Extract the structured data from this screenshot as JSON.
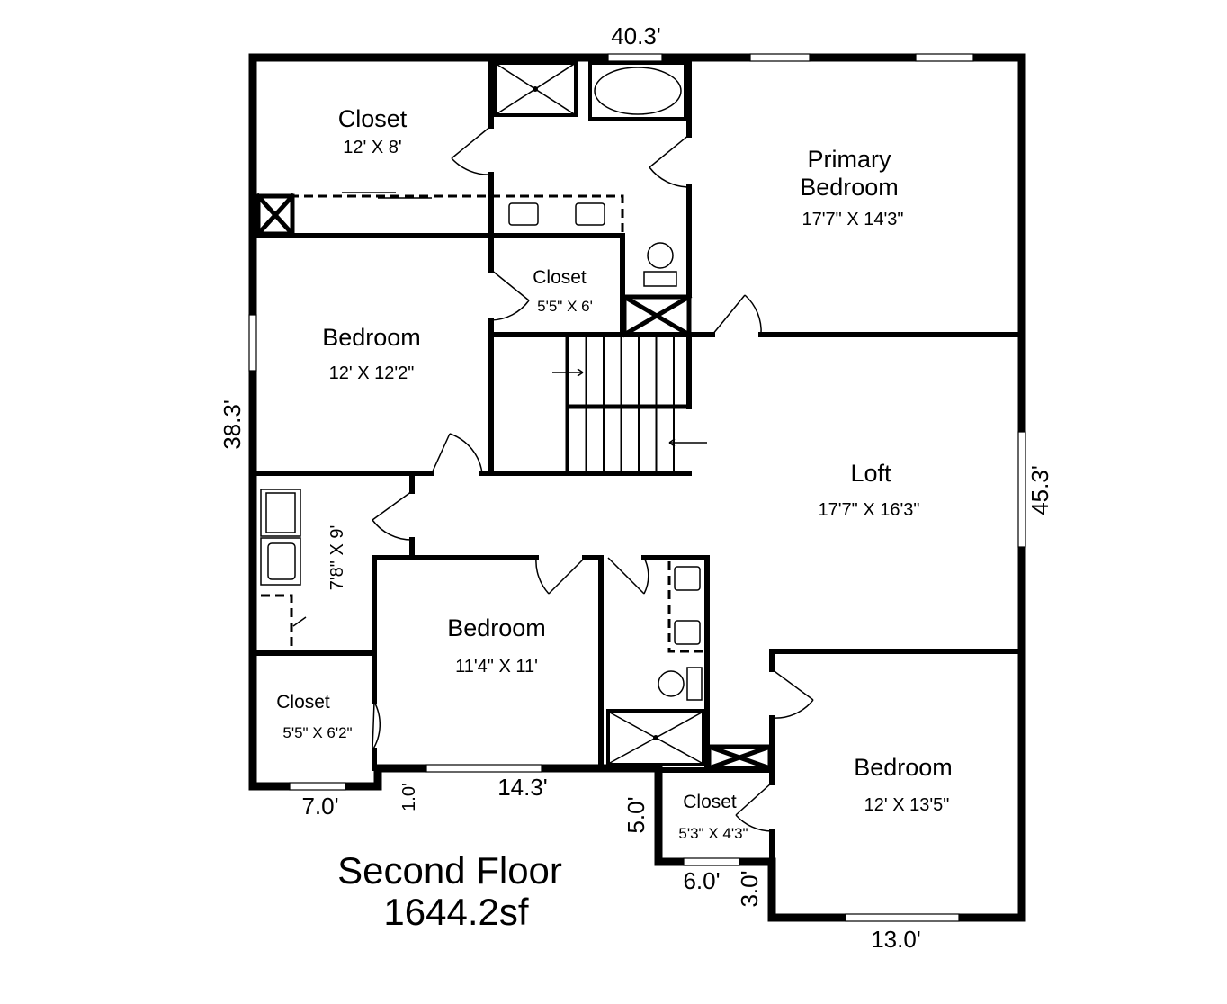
{
  "plan": {
    "title": "Second Floor",
    "area": "1644.2sf"
  },
  "rooms": {
    "closet_master": {
      "name": "Closet",
      "dims": "12' X 8'"
    },
    "primary_bedroom": {
      "name_line1": "Primary",
      "name_line2": "Bedroom",
      "dims": "17'7\" X 14'3\""
    },
    "closet_small": {
      "name": "Closet",
      "dims": "5'5\" X 6'"
    },
    "bedroom_nw": {
      "name": "Bedroom",
      "dims": "12' X 12'2\""
    },
    "loft": {
      "name": "Loft",
      "dims": "17'7\" X 16'3\""
    },
    "laundry": {
      "dims": "7'8\" X 9'"
    },
    "bedroom_mid": {
      "name": "Bedroom",
      "dims": "11'4\" X 11'"
    },
    "closet_sw": {
      "name": "Closet",
      "dims": "5'5\" X 6'2\""
    },
    "bedroom_se": {
      "name": "Bedroom",
      "dims": "12' X 13'5\""
    },
    "closet_se": {
      "name": "Closet",
      "dims": "5'3\" X 4'3\""
    }
  },
  "exterior_dimensions": {
    "top": "40.3'",
    "left": "38.3'",
    "right": "45.3'",
    "bottom_left": "7.0'",
    "bottom_jog": "1.0'",
    "bottom_mid": "14.3'",
    "jog_vertical": "5.0'",
    "jog_bottom": "6.0'",
    "jog_small": "3.0'",
    "bottom_right": "13.0'"
  }
}
